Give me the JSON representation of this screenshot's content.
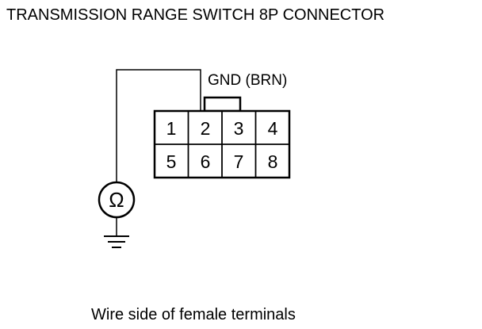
{
  "title": "TRANSMISSION RANGE SWITCH 8P CONNECTOR",
  "gnd_label": "GND (BRN)",
  "meter_symbol": "Ω",
  "connector": {
    "pins_top": [
      "1",
      "2",
      "3",
      "4"
    ],
    "pins_bottom": [
      "5",
      "6",
      "7",
      "8"
    ]
  },
  "caption": "Wire side of female terminals",
  "colors": {
    "line": "#000000",
    "background": "#ffffff"
  }
}
